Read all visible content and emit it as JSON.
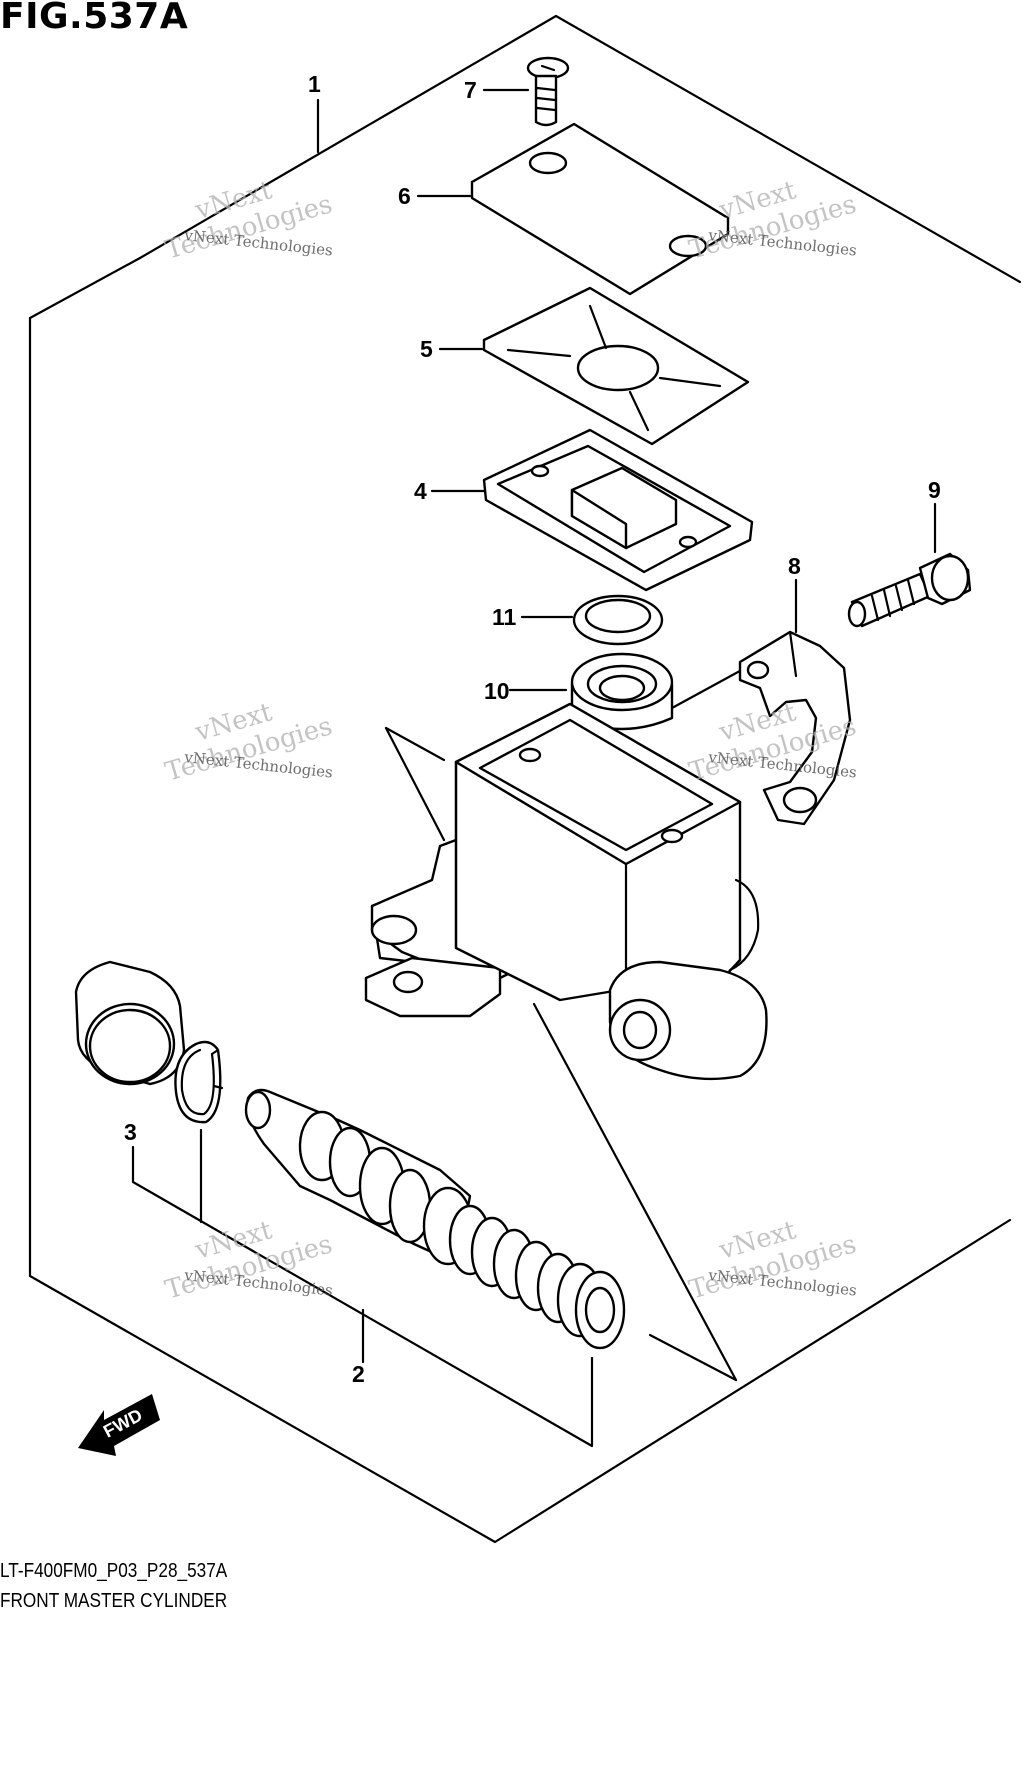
{
  "figure": {
    "title": "FIG.537A"
  },
  "callouts": [
    {
      "id": "callout-1",
      "number": "1"
    },
    {
      "id": "callout-2",
      "number": "2"
    },
    {
      "id": "callout-3",
      "number": "3"
    },
    {
      "id": "callout-4",
      "number": "4"
    },
    {
      "id": "callout-5",
      "number": "5"
    },
    {
      "id": "callout-6",
      "number": "6"
    },
    {
      "id": "callout-7",
      "number": "7"
    },
    {
      "id": "callout-8",
      "number": "8"
    },
    {
      "id": "callout-9",
      "number": "9"
    },
    {
      "id": "callout-10",
      "number": "10"
    },
    {
      "id": "callout-11",
      "number": "11"
    }
  ],
  "direction_marker": {
    "label": "FWD"
  },
  "watermark": {
    "line1": "vNext",
    "line2": "Technologies",
    "caption": "vNext Technologies"
  },
  "footer": {
    "drawing_code": "LT-F400FM0_P03_P28_537A",
    "drawing_name": "FRONT MASTER CYLINDER"
  }
}
